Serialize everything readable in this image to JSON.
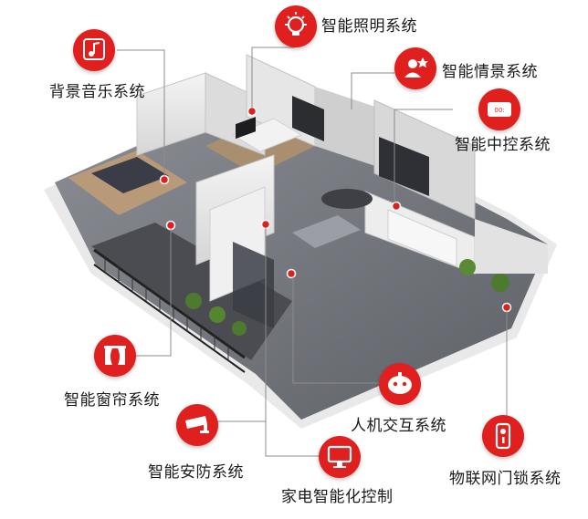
{
  "systems": {
    "lighting": {
      "label": "智能照明系统",
      "icon": "lightbulb-icon"
    },
    "scene": {
      "label": "智能情景系统",
      "icon": "scene-icon"
    },
    "music": {
      "label": "背景音乐系统",
      "icon": "music-note-icon"
    },
    "control": {
      "label": "智能中控系统",
      "icon": "control-panel-icon"
    },
    "curtain": {
      "label": "智能窗帘系统",
      "icon": "curtain-icon"
    },
    "hci": {
      "label": "人机交互系统",
      "icon": "robot-icon"
    },
    "security": {
      "label": "智能安防系统",
      "icon": "cctv-camera-icon"
    },
    "appliance": {
      "label": "家电智能化控制",
      "icon": "monitor-icon"
    },
    "lock": {
      "label": "物联网门锁系统",
      "icon": "door-lock-icon"
    }
  },
  "colors": {
    "accent": "#e0201e",
    "text": "#1a1a1a",
    "line": "#9a9a9a"
  }
}
